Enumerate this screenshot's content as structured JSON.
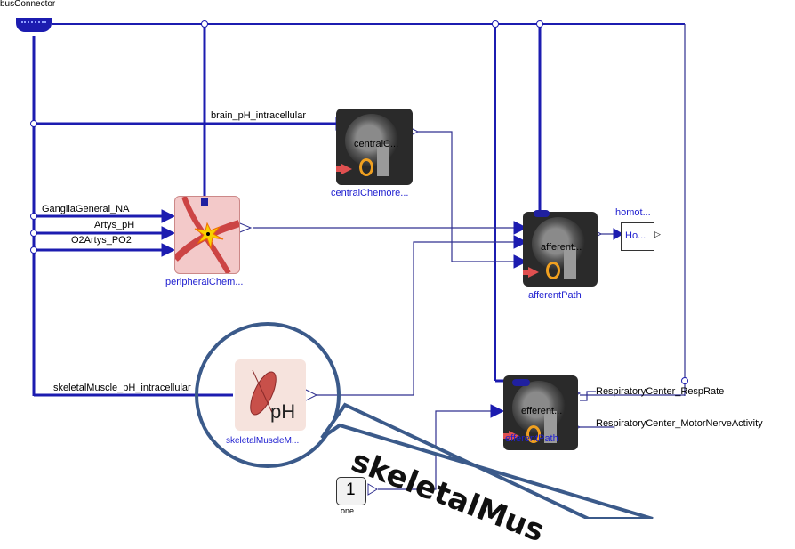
{
  "bus_connector_label": "busConnector",
  "signals": {
    "brain_ph": "brain_pH_intracellular",
    "ganglia": "GangliaGeneral_NA",
    "artys_ph": "Artys_pH",
    "artys_po2": "O2Artys_PO2",
    "skeletal_ph": "skeletalMuscle_pH_intracellular",
    "resp_rate": "RespiratoryCenter_RespRate",
    "motor_nerve": "RespiratoryCenter_MotorNerveActivity"
  },
  "blocks": {
    "central": {
      "inner": "centralC...",
      "name": "centralChemore..."
    },
    "peripheral": {
      "name": "peripheralChem..."
    },
    "afferent": {
      "inner": "afferent...",
      "name": "afferentPath"
    },
    "efferent": {
      "inner": "efferent...",
      "name": "efferentPath"
    },
    "homot": {
      "inner": "Ho...",
      "name": "homot..."
    },
    "skeletal": {
      "inner": "pH",
      "name": "skeletalMuscleM..."
    },
    "one": {
      "value": "1",
      "name": "one"
    }
  },
  "callout": "skeletalMus",
  "colors": {
    "wire": "#1c1cb0",
    "callout": "#3b5a8a",
    "thin_wire": "#303090"
  }
}
